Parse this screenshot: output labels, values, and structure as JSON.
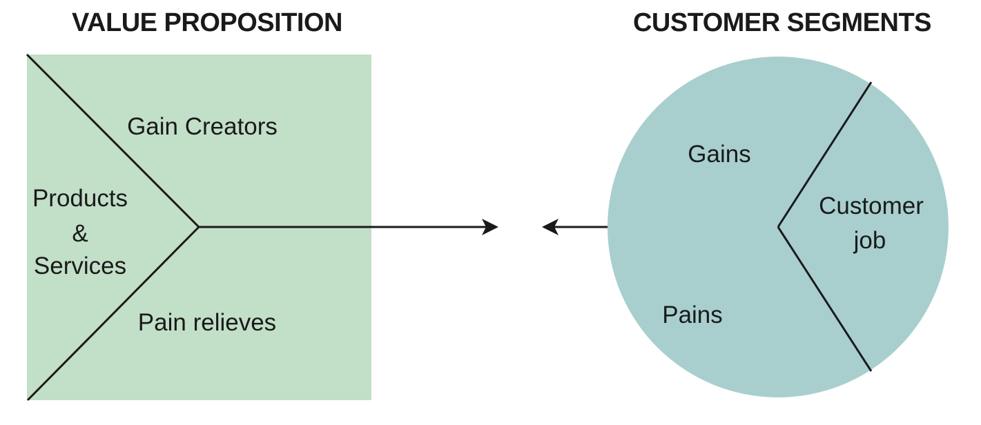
{
  "canvas": {
    "background": "#ffffff",
    "line_color": "#1a1a1a",
    "text_color": "#1a1a1a"
  },
  "value_proposition": {
    "title": "VALUE PROPOSITION",
    "fill_color": "#c2dfc8",
    "gain_creators_label": "Gain Creators",
    "products_services_lines": [
      "Products",
      "&",
      "Services"
    ],
    "pain_relieves_label": "Pain relieves"
  },
  "customer_segments": {
    "title": "CUSTOMER SEGMENTS",
    "fill_color": "#a8cfce",
    "gains_label": "Gains",
    "customer_job_lines": [
      "Customer",
      "job"
    ],
    "pains_label": "Pains"
  }
}
